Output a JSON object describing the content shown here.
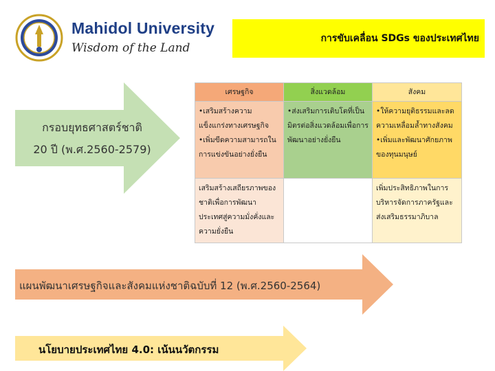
{
  "branding": {
    "university_name": "Mahidol University",
    "tagline": "Wisdom of the Land",
    "seal_icon": "mahidol-seal-icon"
  },
  "header": {
    "title": "การขับเคลื่อน SDGs ของประเทศไทย",
    "banner_color": "#ffff00"
  },
  "strategy": {
    "line1": "กรอบยุทธศาสตร์ชาติ",
    "line2": "20 ปี (พ.ศ.2560-2579)",
    "arrow_color": "#c5e0b4"
  },
  "sdg_table": {
    "columns": [
      "เศรษฐกิจ",
      "สิ่งแวดล้อม",
      "สังคม"
    ],
    "row1": {
      "economy": [
        "เสริมสร้างความแข็งแกร่งทางเศรษฐกิจ",
        "เพิ่มขีดความสามารถในการแข่งขันอย่างยั่งยืน"
      ],
      "environment": [
        "ส่งเสริมการเติบโตที่เป็นมิตรต่อสิ่งแวดล้อมเพื่อการพัฒนาอย่างยั่งยืน"
      ],
      "society": [
        "ให้ความยุติธรรมและลดความเหลื่อมล้ำทางสังคม",
        "เพิ่มและพัฒนาศักยภาพของทุนมนุษย์"
      ]
    },
    "row2": {
      "economy": "เสริมสร้างเสถียรภาพของชาติเพื่อการพัฒนาประเทศสู่ความมั่งคั่งและความยั่งยืน",
      "environment": "",
      "society": "เพิ่มประสิทธิภาพในการบริหารจัดการภาครัฐและส่งเสริมธรรมาภิบาล"
    },
    "bullet": "•"
  },
  "plan": {
    "text": "แผนพัฒนาเศรษฐกิจและสังคมแห่งชาติฉบับที่ 12 (พ.ศ.2560-2564)",
    "arrow_color": "#f4b183"
  },
  "policy": {
    "text": "นโยบายประเทศไทย 4.0: เน้นนวัตกรรม",
    "arrow_color": "#ffe699"
  }
}
